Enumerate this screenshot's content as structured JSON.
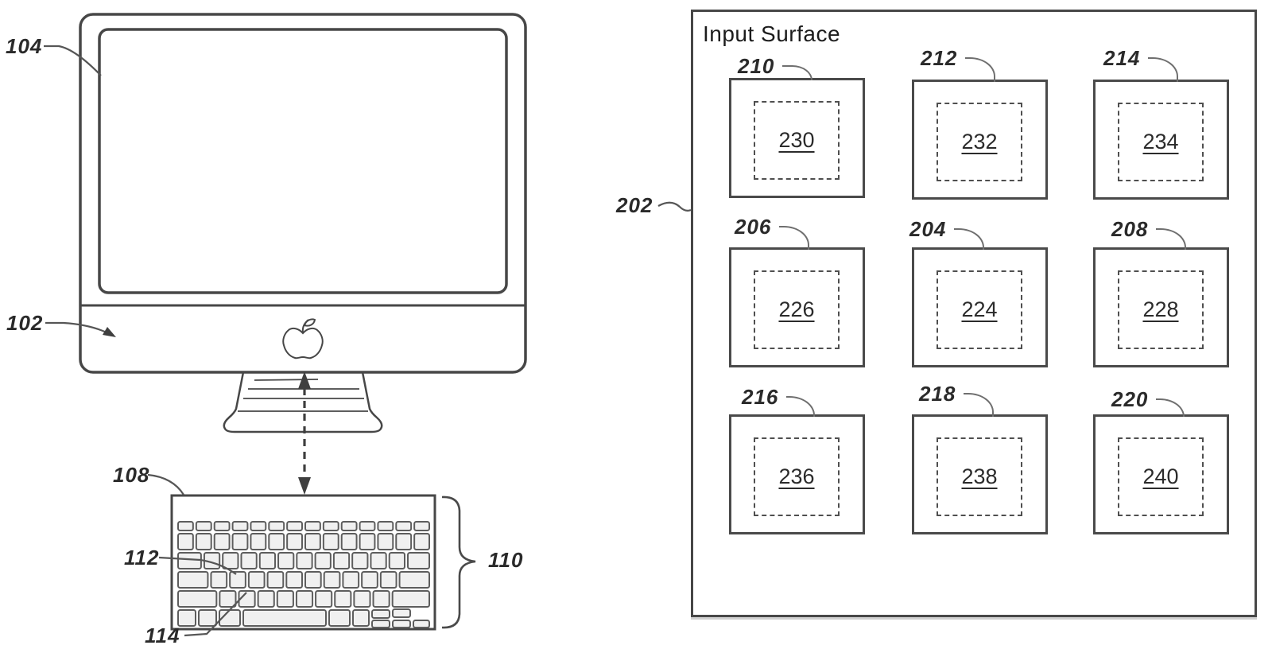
{
  "figure": {
    "kind": "patent-drawing",
    "computer": {
      "labels": {
        "display_screen": "104",
        "computer_body": "102",
        "keyboard": "108",
        "keyboard_extent": "110",
        "key_row": "112",
        "key": "114"
      }
    },
    "input_surface": {
      "title": "Input Surface",
      "surface_label": "202",
      "cells": [
        {
          "outer_label": "210",
          "inner_label": "230"
        },
        {
          "outer_label": "212",
          "inner_label": "232"
        },
        {
          "outer_label": "214",
          "inner_label": "234"
        },
        {
          "outer_label": "206",
          "inner_label": "226"
        },
        {
          "outer_label": "204",
          "inner_label": "224"
        },
        {
          "outer_label": "208",
          "inner_label": "228"
        },
        {
          "outer_label": "216",
          "inner_label": "236"
        },
        {
          "outer_label": "218",
          "inner_label": "238"
        },
        {
          "outer_label": "220",
          "inner_label": "240"
        }
      ]
    },
    "colors": {
      "line": "#474747",
      "light_line": "#6f6f6f",
      "text": "#2a2a2a",
      "key_fill": "#f0f0f0",
      "background": "#ffffff"
    }
  }
}
